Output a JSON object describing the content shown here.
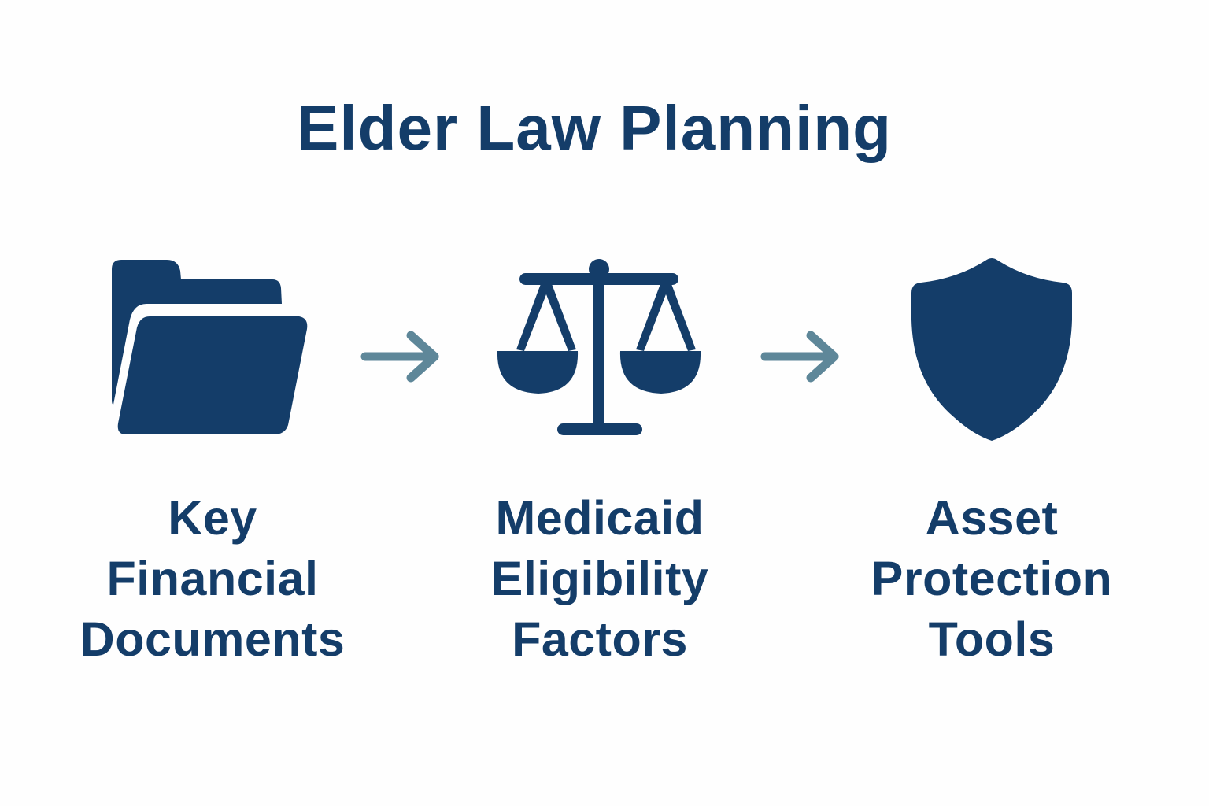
{
  "title": "Elder Law Planning",
  "colors": {
    "primary": "#143d69",
    "arrow": "#5e8799",
    "background": "#fefefe"
  },
  "steps": [
    {
      "icon": "folder-icon",
      "lines": [
        "Key",
        "Financial",
        "Documents"
      ]
    },
    {
      "icon": "scales-icon",
      "lines": [
        "Medicaid",
        "Eligibility",
        "Factors"
      ]
    },
    {
      "icon": "shield-icon",
      "lines": [
        "Asset",
        "Protection",
        "Tools"
      ]
    }
  ],
  "connectors": [
    "arrow-right-icon",
    "arrow-right-icon"
  ]
}
